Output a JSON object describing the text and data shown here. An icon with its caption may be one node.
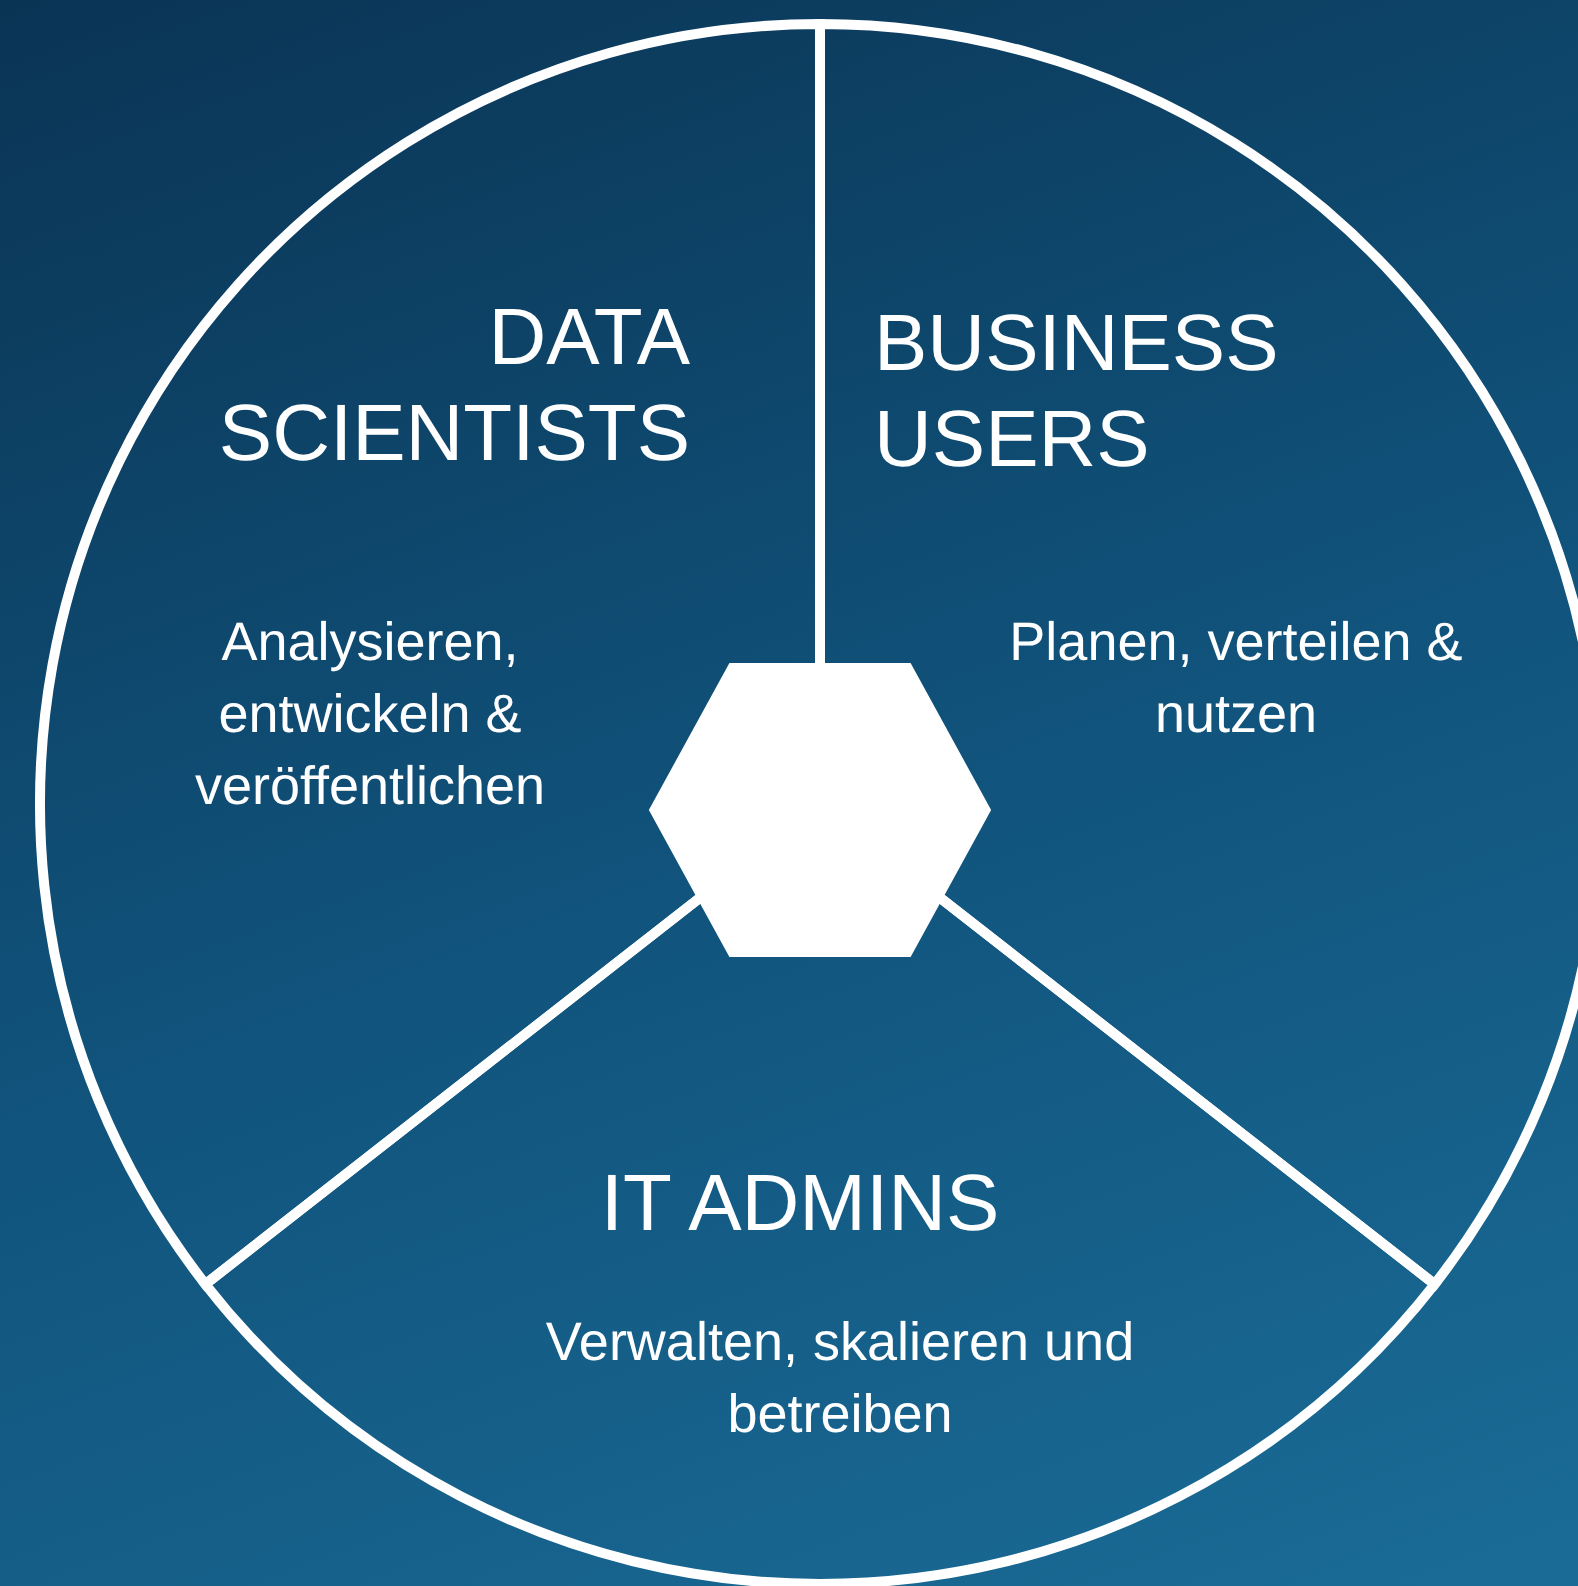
{
  "diagram": {
    "nodes": [
      {
        "text": [
          "DATA SCIENTISTS",
          "Analysieren, entwickeln & veröffentlichen"
        ]
      },
      {
        "text": [
          "BUSINESS USERS",
          "Planen, verteilen & nutzen"
        ]
      },
      {
        "text": [
          "IT ADMINS",
          "Verwalten, skalieren und betreiben"
        ]
      },
      {
        "text": [],
        "shape": "hexagon"
      }
    ]
  }
}
